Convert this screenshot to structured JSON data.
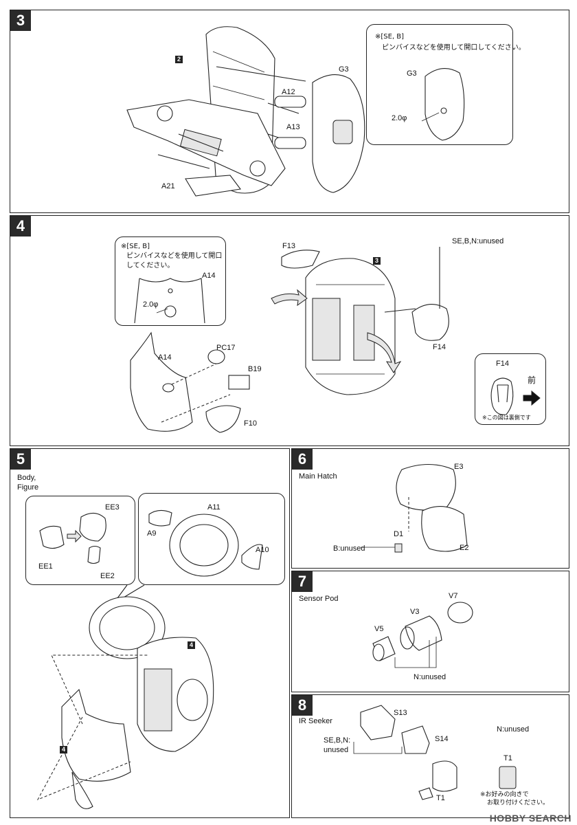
{
  "steps": {
    "s3": {
      "number": "3",
      "tag": "2",
      "parts": {
        "g3": "G3",
        "a12": "A12",
        "a13": "A13",
        "a21": "A21"
      },
      "note": {
        "ref": "※[SE, B]",
        "text": "ピンバイスなどを使用して開口してください。",
        "part": "G3",
        "drill": "2.0φ"
      }
    },
    "s4": {
      "number": "4",
      "tag": "3",
      "unused": "SE,B,N:unused",
      "parts": {
        "f13": "F13",
        "f14": "F14",
        "a14": "A14",
        "pc17": "PC17",
        "b19": "B19",
        "f10": "F10"
      },
      "note": {
        "ref": "※[SE, B]",
        "line1": "ピンバイスなどを使用して開口",
        "line2": "してください。",
        "part": "A14",
        "drill": "2.0φ"
      },
      "inset": {
        "part": "F14",
        "front": "前",
        "caption": "※この図は裏側です"
      }
    },
    "s5": {
      "number": "5",
      "subtitle_1": "Body,",
      "subtitle_2": "Figure",
      "tag_a": "4",
      "tag_b": "4",
      "parts": {
        "ee1": "EE1",
        "ee2": "EE2",
        "ee3": "EE3",
        "a9": "A9",
        "a10": "A10",
        "a11": "A11"
      }
    },
    "s6": {
      "number": "6",
      "subtitle": "Main Hatch",
      "parts": {
        "e2": "E2",
        "e3": "E3",
        "d1": "D1"
      },
      "unused": "B:unused"
    },
    "s7": {
      "number": "7",
      "subtitle": "Sensor Pod",
      "parts": {
        "v3": "V3",
        "v5": "V5",
        "v7": "V7"
      },
      "unused": "N:unused"
    },
    "s8": {
      "number": "8",
      "subtitle": "IR Seeker",
      "parts": {
        "s13": "S13",
        "s14": "S14",
        "t1a": "T1",
        "t1b": "T1"
      },
      "unused_1": "SE,B,N:",
      "unused_2": "unused",
      "n_unused": "N:unused",
      "note_1": "※お好みの向きで",
      "note_2": "お取り付けください。"
    }
  },
  "watermark": "HOBBY SEARCH"
}
